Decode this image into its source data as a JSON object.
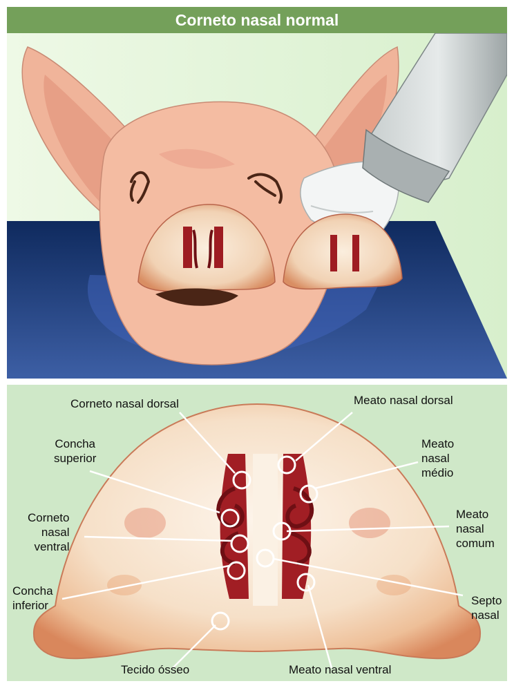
{
  "title": "Corneto nasal normal",
  "labels": {
    "corneto_dorsal": "Corneto nasal dorsal",
    "meato_dorsal": "Meato nasal dorsal",
    "concha_superior": "Concha\nsuperior",
    "meato_medio": "Meato\nnasal\nmédio",
    "corneto_ventral": "Corneto\nnasal\nventral",
    "meato_comum": "Meato\nnasal\ncomum",
    "concha_inferior": "Concha\ninferior",
    "septo": "Septo\nnasal",
    "tecido_osseo": "Tecido ósseo",
    "meato_ventral": "Meato nasal ventral"
  },
  "colors": {
    "title_bar": "#74a05a",
    "bottom_bg": "#cfe8c8",
    "top_bg": "#e6f5dc",
    "table_blue": "#1f3c7a",
    "skin": "#f2b69a",
    "tissue": "#f6e3cf",
    "turbinate": "#9e1c22"
  }
}
